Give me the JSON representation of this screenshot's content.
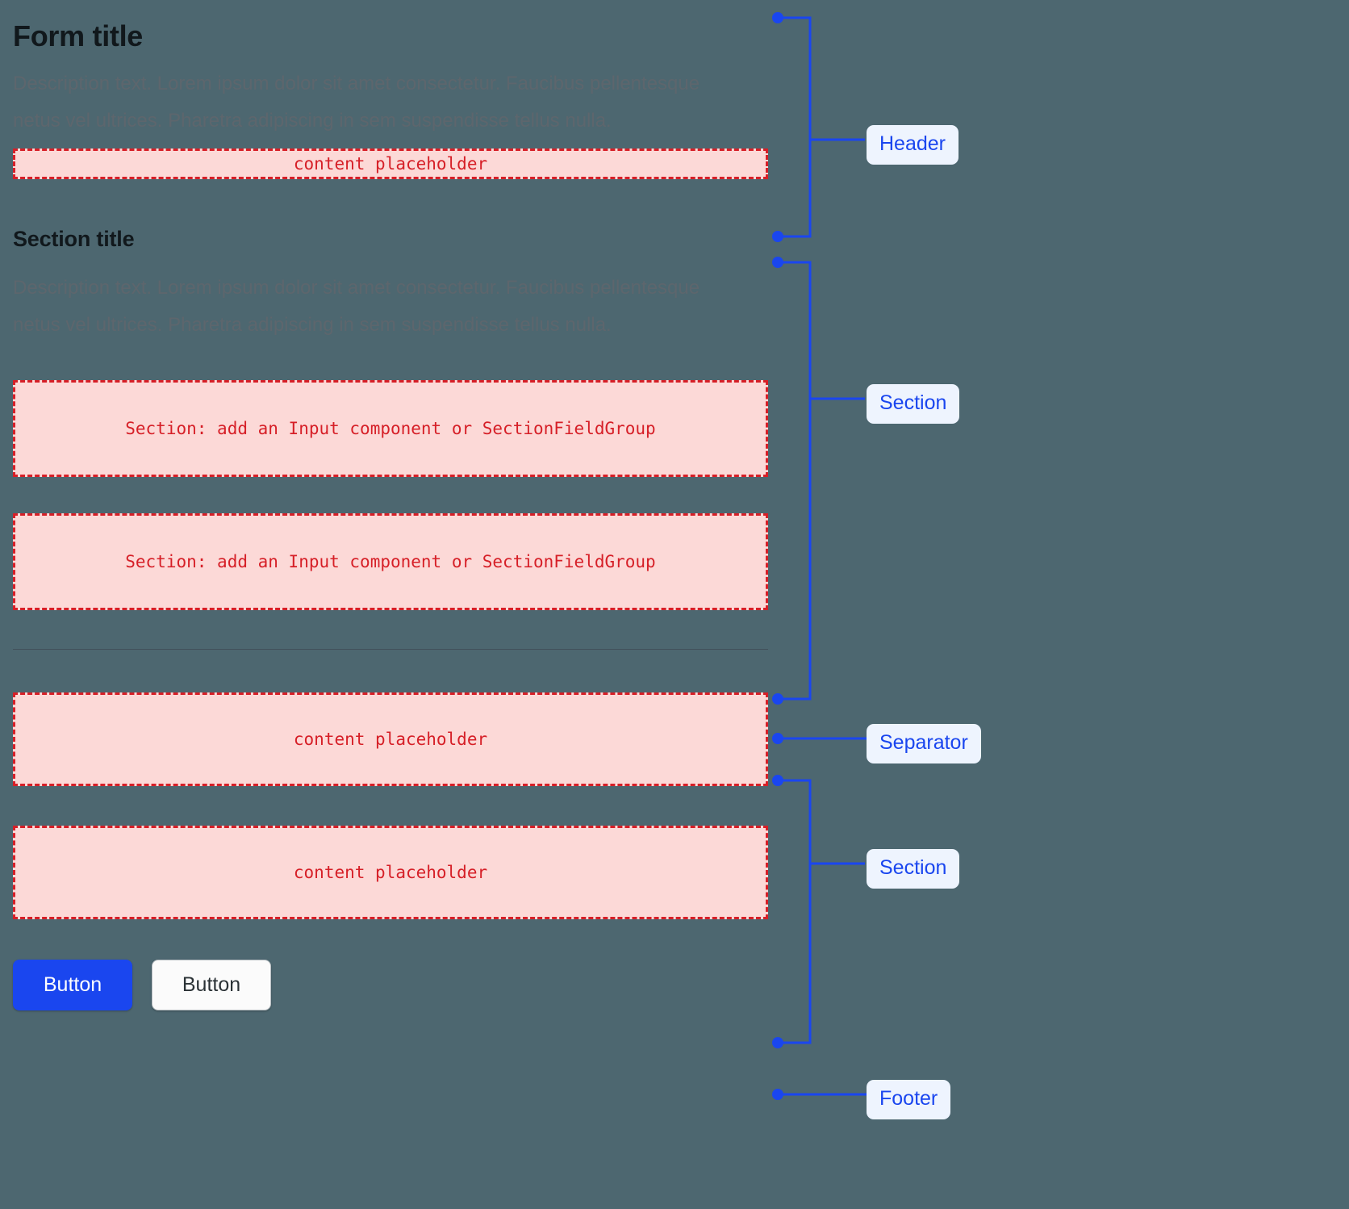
{
  "theme": {
    "background": "#4d6770",
    "accent_blue": "#1a46ef",
    "pill_background": "#eef4fe",
    "placeholder_border": "#d61f27",
    "placeholder_fill": "#fcd9d7",
    "heading_color": "#11181c",
    "description_color": "#5d666d",
    "separator_color": "#41505a"
  },
  "header": {
    "title": "Form title",
    "description": "Description text. Lorem ipsum dolor sit amet consectetur. Faucibus pellentesque netus vel ultrices. Pharetra adipiscing in sem suspendisse tellus nulla.",
    "placeholder": "content placeholder"
  },
  "section": {
    "title": "Section title",
    "description": "Description text. Lorem ipsum dolor sit amet consectetur. Faucibus pellentesque netus vel ultrices. Pharetra adipiscing in sem suspendisse tellus nulla.",
    "field_placeholder_1": "Section: add an Input component or SectionFieldGroup",
    "field_placeholder_2": "Section: add an Input component or SectionFieldGroup"
  },
  "section_two": {
    "placeholder_1": "content placeholder",
    "placeholder_2": "content placeholder"
  },
  "footer": {
    "primary_button": "Button",
    "secondary_button": "Button"
  },
  "annotations": [
    {
      "label": "Header",
      "kind": "bracket"
    },
    {
      "label": "Section",
      "kind": "bracket"
    },
    {
      "label": "Separator",
      "kind": "point"
    },
    {
      "label": "Section",
      "kind": "bracket"
    },
    {
      "label": "Footer",
      "kind": "point"
    }
  ]
}
